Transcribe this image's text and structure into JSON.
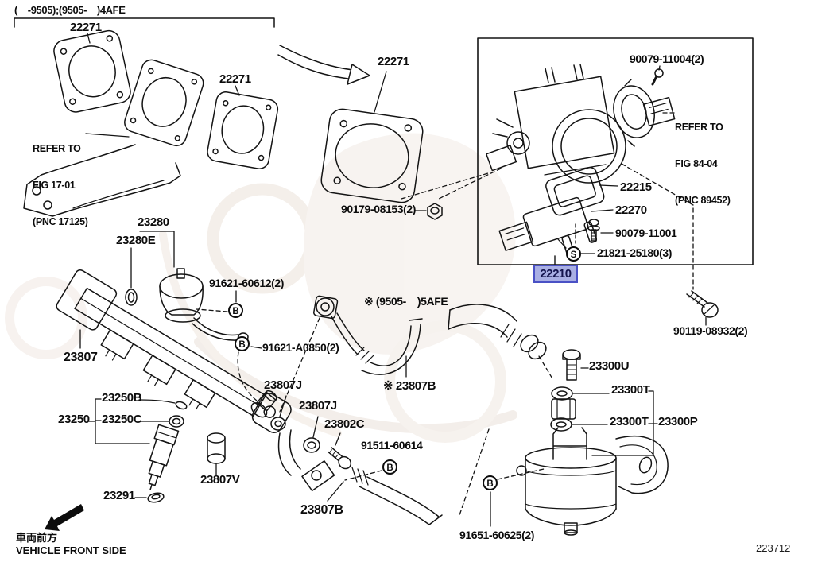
{
  "meta": {
    "background_color": "#ffffff",
    "line_color": "#141414",
    "watermark_color": "#efe7e0",
    "highlight": {
      "fill": "#a9afe4",
      "border": "#4a51c5",
      "text_color": "#14144d"
    }
  },
  "header": {
    "applicability_code": "(    -9505);(9505-    )4AFE"
  },
  "selected_part": {
    "number": "22210"
  },
  "labels": {
    "gasket_22271_a": "22271",
    "gasket_22271_b": "22271",
    "gasket_22271_c": "22271",
    "screw_90079_11004": "90079-11004(2)",
    "gasket_22215": "22215",
    "valve_22270": "22270",
    "screw_90079_11001": "90079-11001",
    "bolt_21821_25180": "21821-25180(3)",
    "nut_90179_08153": "90179-08153(2)",
    "bolt_90119_08932": "90119-08932(2)",
    "regulator_23280": "23280",
    "oring_23280e": "23280E",
    "bolt_91621_60612": "91621-60612(2)",
    "rail_23807": "23807",
    "bolt_91621_a0850": "91621-A0850(2)",
    "note_5afe": "※ (9505-    )5AFE",
    "hose_23807b_variant": "※ 23807B",
    "ring_23807j_a": "23807J",
    "ring_23807j_b": "23807J",
    "union_23802c": "23802C",
    "bolt_91511_60614": "91511-60614",
    "hose_23807b": "23807B",
    "grommet_23250b": "23250B",
    "injector_23250": "23250",
    "oring_23250c": "23250C",
    "spacer_23291": "23291",
    "insulator_23807v": "23807V",
    "bolt_23300u": "23300U",
    "gasket_23300t_a": "23300T",
    "gasket_23300t_b": "23300T",
    "filter_23300p": "23300P",
    "bolt_91651_60625": "91651-60625(2)"
  },
  "refer_notes": {
    "fig_17": {
      "line1": "REFER TO",
      "line2": "FIG 17-01",
      "line3": "(PNC 17125)"
    },
    "fig_84": {
      "line1": "REFER TO",
      "line2": "FIG 84-04",
      "line3": "(PNC 89452)"
    }
  },
  "symbols": {
    "circled_b": "B",
    "circled_s": "S"
  },
  "footer": {
    "front_side_jp": "車両前方",
    "front_side_en": "VEHICLE FRONT SIDE",
    "figure_code": "223712"
  }
}
